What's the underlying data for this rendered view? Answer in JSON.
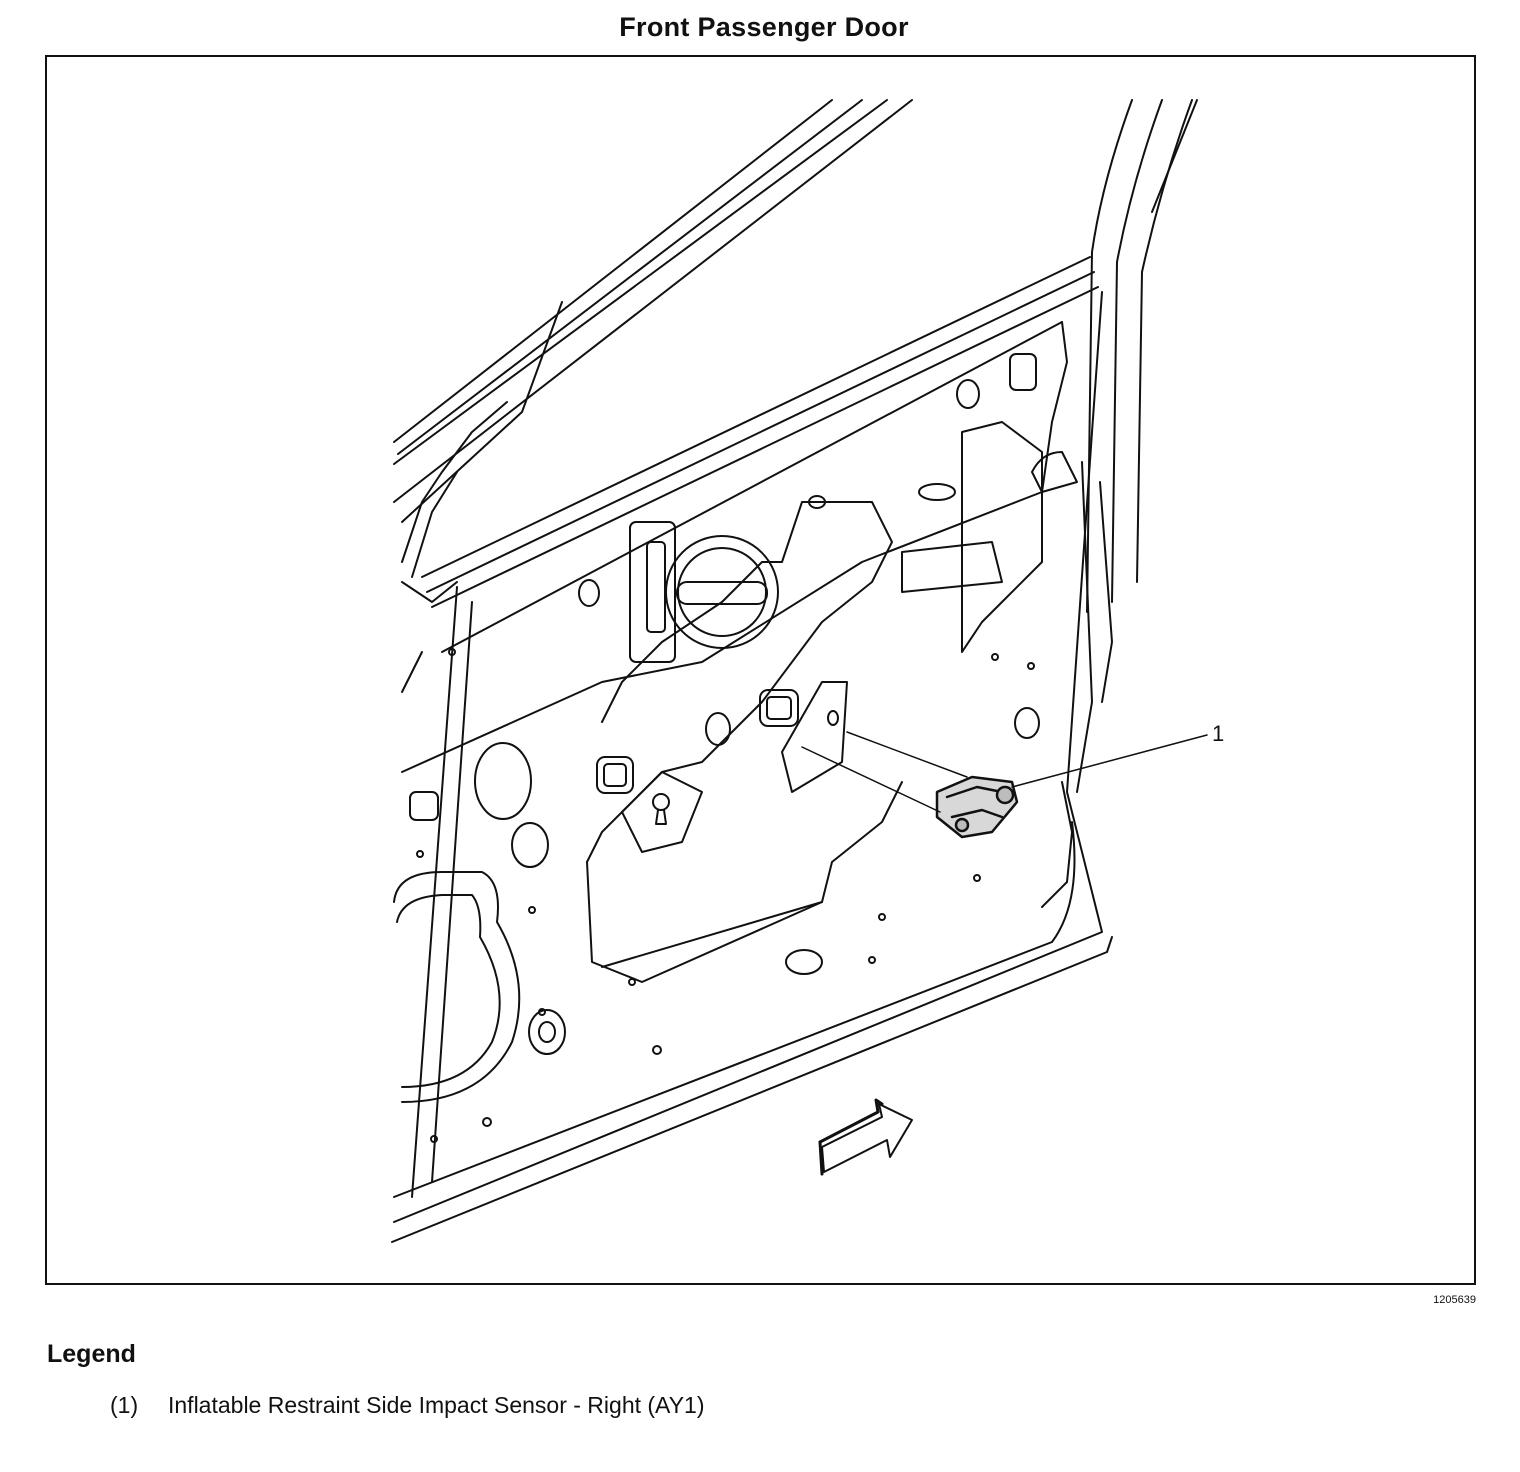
{
  "page": {
    "title": "Front Passenger Door",
    "figure_id": "1205639"
  },
  "callouts": [
    {
      "number": "1"
    }
  ],
  "legend": {
    "heading": "Legend",
    "items": [
      {
        "number": "(1)",
        "text": "Inflatable Restraint Side Impact Sensor - Right (AY1)"
      }
    ]
  }
}
